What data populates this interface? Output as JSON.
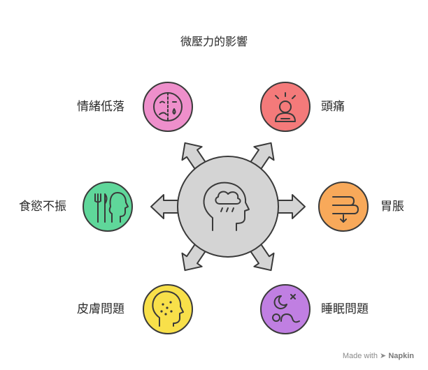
{
  "title": "微壓力的影響",
  "center": {
    "icon": "head-raincloud-icon",
    "color": "#d4d4d4"
  },
  "effects": [
    {
      "id": "low-mood",
      "label": "情緒低落",
      "icon": "half-sad-face-icon",
      "color": "#ee8fcb"
    },
    {
      "id": "headache",
      "label": "頭痛",
      "icon": "stressed-person-icon",
      "color": "#f47a7a"
    },
    {
      "id": "appetite",
      "label": "食慾不振",
      "icon": "head-fork-knife-icon",
      "color": "#5fd79a"
    },
    {
      "id": "stomach",
      "label": "胃脹",
      "icon": "bloated-stomach-icon",
      "color": "#f8a95a"
    },
    {
      "id": "skin",
      "label": "皮膚問題",
      "icon": "head-spots-icon",
      "color": "#f8e04a"
    },
    {
      "id": "sleep",
      "label": "睡眠問題",
      "icon": "moon-tossing-icon",
      "color": "#c07fe2"
    }
  ],
  "watermark": {
    "prefix": "Made with",
    "brand": "Napkin"
  }
}
